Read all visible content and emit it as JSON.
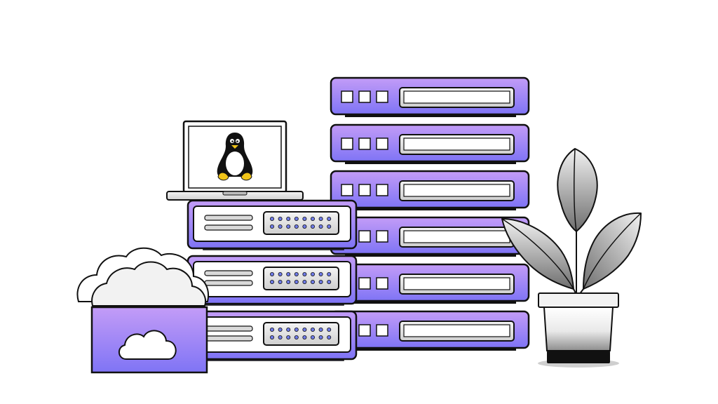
{
  "scene": {
    "elements": [
      "tall-server-rack",
      "short-server-rack",
      "laptop",
      "linux-tux-icon",
      "cloud-storage-box",
      "potted-plant"
    ]
  },
  "colors": {
    "server_top": "#c39cf7",
    "server_bottom": "#7f74f5",
    "outline": "#111111",
    "slot_fill": "#e6e6e6",
    "plant_light": "#f2f2f2",
    "plant_dark": "#6e6e6e",
    "background": "#ffffff"
  },
  "tall_rack": {
    "unit_count": 6,
    "indicator_count": 3
  },
  "short_rack": {
    "unit_count": 3,
    "port_columns": 8,
    "port_rows": 2
  },
  "laptop": {
    "screen_icon": "linux-tux-icon"
  },
  "cloud_box": {
    "icon": "cloud-icon"
  }
}
